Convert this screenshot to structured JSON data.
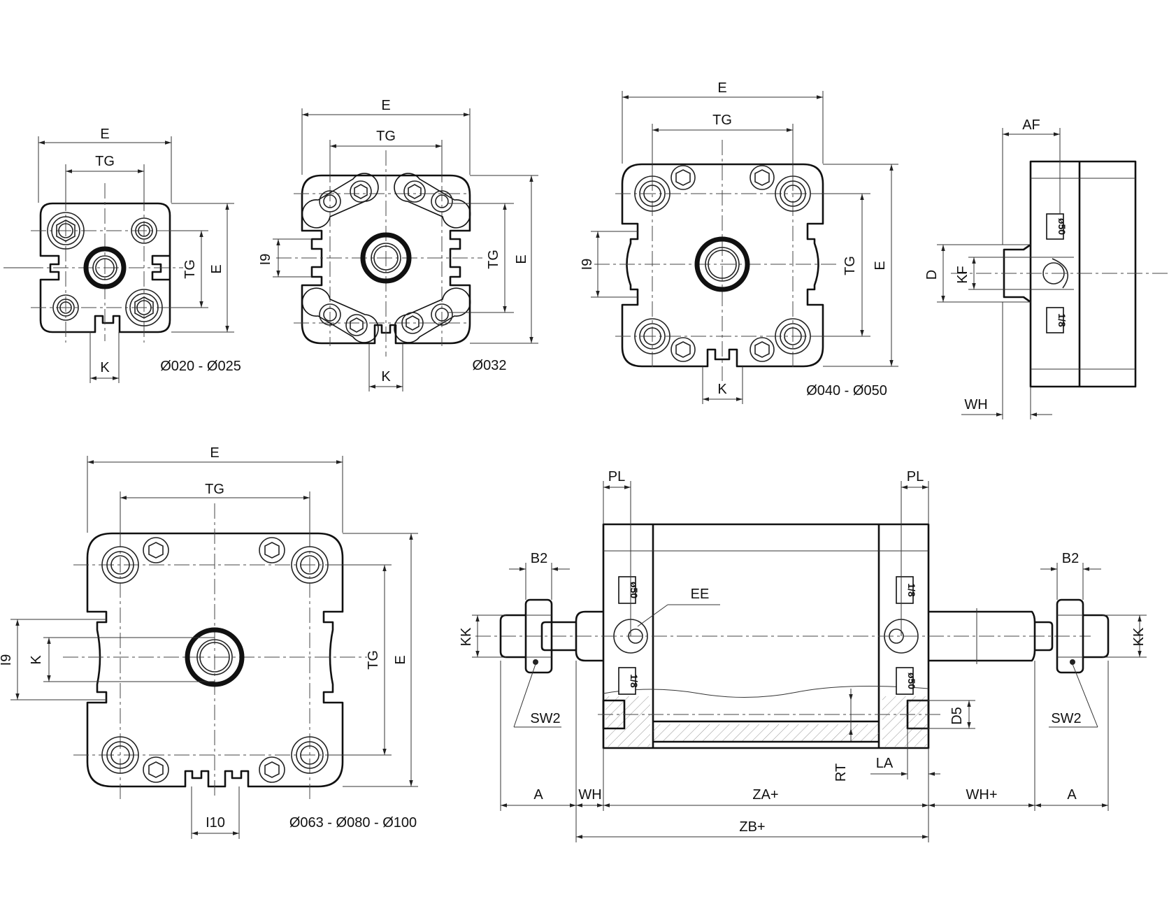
{
  "views": {
    "view1": {
      "caption": "Ø020 - Ø025",
      "E": "E",
      "TG_top": "TG",
      "TG_side": "TG",
      "E_side": "E",
      "K": "K"
    },
    "view2": {
      "caption": "Ø032",
      "E": "E",
      "TG_top": "TG",
      "TG_side": "TG",
      "E_side": "E",
      "K": "K",
      "I9": "I9"
    },
    "view3": {
      "caption": "Ø040 - Ø050",
      "E": "E",
      "TG_top": "TG",
      "TG_side": "TG",
      "E_side": "E",
      "K": "K",
      "I9": "I9"
    },
    "view4": {
      "AF": "AF",
      "D": "D",
      "KF": "KF",
      "WH": "WH",
      "tag1": "ø50",
      "tag2": "1/8"
    },
    "view5": {
      "caption": "Ø063 - Ø080 - Ø100",
      "E": "E",
      "TG_top": "TG",
      "TG_side": "TG",
      "E_side": "E",
      "K": "K",
      "I9": "I9",
      "I10": "I10"
    },
    "view6": {
      "PL_left": "PL",
      "PL_right": "PL",
      "B2_left": "B2",
      "B2_right": "B2",
      "KK_left": "KK",
      "KK_right": "KK",
      "EE": "EE",
      "SW2_left": "SW2",
      "SW2_right": "SW2",
      "D5": "D5",
      "RT": "RT",
      "LA": "LA",
      "A_left": "A",
      "WH": "WH",
      "ZA": "ZA+",
      "WH_plus": "WH+",
      "A_right": "A",
      "ZB": "ZB+",
      "tag_l1": "ø50",
      "tag_l2": "1/8",
      "tag_r1": "1/8",
      "tag_r2": "ø50"
    }
  }
}
